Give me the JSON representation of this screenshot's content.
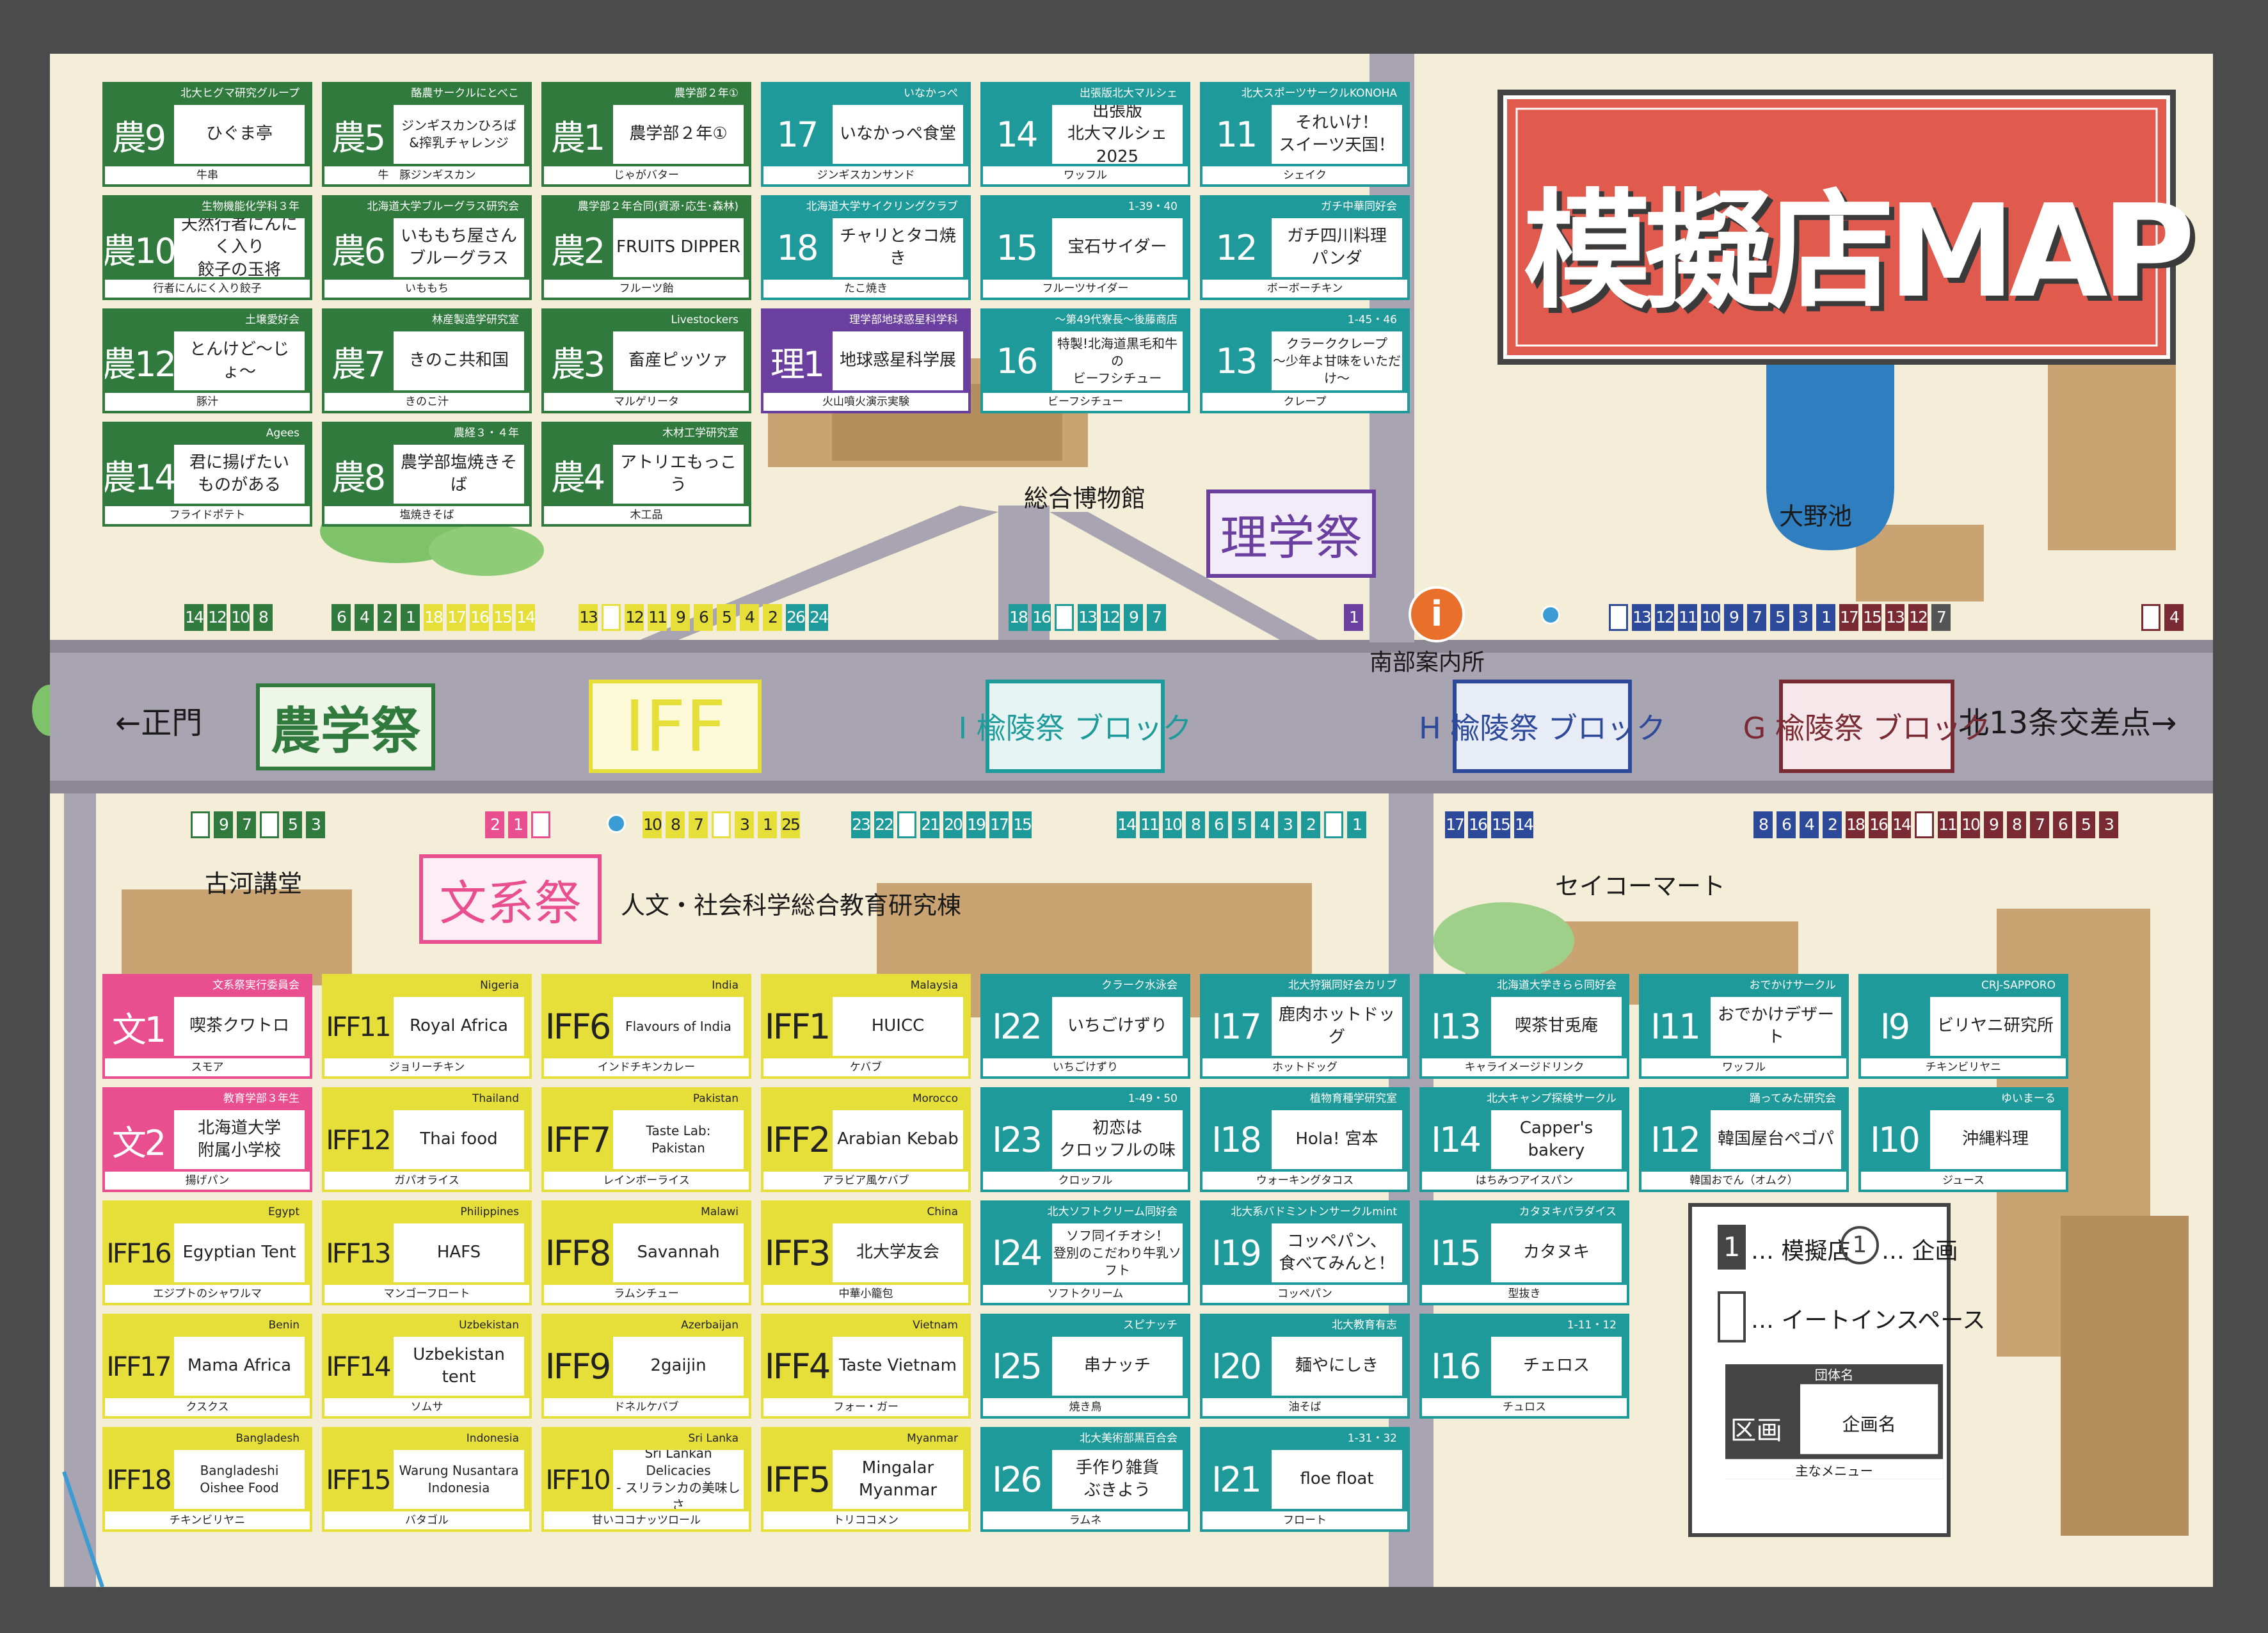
{
  "title": "模擬店MAP",
  "colors": {
    "nogaku": "#2f7a3c",
    "iff": "#e6df3a",
    "ryoryo": "#1f9a9a",
    "bunkei": "#e94f8f",
    "rigaku": "#6a3fa0",
    "hblock": "#2d4a9a",
    "gblock": "#7a2a33"
  },
  "labels": {
    "main_gate": "←正門",
    "north13": "北13条交差点→",
    "museum": "総合博物館",
    "pond": "大野池",
    "info": "南部案内所",
    "furukawa": "古河講堂",
    "humanities": "人文・社会科学総合教育研究棟",
    "seicomart": "セイコーマート"
  },
  "festivals": {
    "nogaku": "農学祭",
    "iff": "IFF",
    "iblock": "I 楡陵祭 ブロック",
    "hblock": "H 楡陵祭 ブロック",
    "gblock": "G 楡陵祭 ブロック",
    "rigaku": "理学祭",
    "bunkei": "文系祭"
  },
  "legend": {
    "stall_num": "1",
    "stall": "… 模擬店",
    "event_num": "1",
    "event": "… 企画",
    "eatin": "… イートインスペース",
    "org": "団体名",
    "section": "区画",
    "project": "企画名",
    "menu": "主なメニュー"
  },
  "stalls": [
    {
      "code": "農9",
      "org": "北大ヒグマ研究グループ",
      "name": "ひぐま亭",
      "menu": "牛串",
      "color": "nogaku"
    },
    {
      "code": "農5",
      "org": "酪農サークルにとべこ",
      "name": "ジンギスカンひろば\n&搾乳チャレンジ",
      "menu": "牛　豚ジンギスカン",
      "color": "nogaku"
    },
    {
      "code": "農1",
      "org": "農学部２年①",
      "name": "農学部２年①",
      "menu": "じゃがバター",
      "color": "nogaku"
    },
    {
      "code": "農10",
      "org": "生物機能化学科３年",
      "name": "天然行者にんにく入り\n餃子の玉将",
      "menu": "行者にんにく入り餃子",
      "color": "nogaku"
    },
    {
      "code": "農6",
      "org": "北海道大学ブルーグラス研究会",
      "name": "いももち屋さん\nブルーグラス",
      "menu": "いももち",
      "color": "nogaku"
    },
    {
      "code": "農2",
      "org": "農学部２年合同(資源･応生･森林)",
      "name": "FRUITS DIPPER",
      "menu": "フルーツ飴",
      "color": "nogaku"
    },
    {
      "code": "農12",
      "org": "土壌愛好会",
      "name": "とんけど〜じょ〜",
      "menu": "豚汁",
      "color": "nogaku"
    },
    {
      "code": "農7",
      "org": "林産製造学研究室",
      "name": "きのこ共和国",
      "menu": "きのこ汁",
      "color": "nogaku"
    },
    {
      "code": "農3",
      "org": "Livestockers",
      "name": "畜産ピッツァ",
      "menu": "マルゲリータ",
      "color": "nogaku"
    },
    {
      "code": "農14",
      "org": "Agees",
      "name": "君に揚げたい\nものがある",
      "menu": "フライドポテト",
      "color": "nogaku"
    },
    {
      "code": "農8",
      "org": "農経３・４年",
      "name": "農学部塩焼きそば",
      "menu": "塩焼きそば",
      "color": "nogaku"
    },
    {
      "code": "農4",
      "org": "木材工学研究室",
      "name": "アトリエもっこう",
      "menu": "木工品",
      "color": "nogaku"
    },
    {
      "code": "17",
      "org": "いなかっぺ",
      "name": "いなかっぺ食堂",
      "menu": "ジンギスカンサンド",
      "color": "ryoryo"
    },
    {
      "code": "14",
      "org": "出張版北大マルシェ",
      "name": "出張版\n北大マルシェ2025",
      "menu": "ワッフル",
      "color": "ryoryo"
    },
    {
      "code": "11",
      "org": "北大スポーツサークルKONOHA",
      "name": "それいけ！\nスイーツ天国！",
      "menu": "シェイク",
      "color": "ryoryo"
    },
    {
      "code": "18",
      "org": "北海道大学サイクリングクラブ",
      "name": "チャリとタコ焼き",
      "menu": "たこ焼き",
      "color": "ryoryo"
    },
    {
      "code": "15",
      "org": "1-39・40",
      "name": "宝石サイダー",
      "menu": "フルーツサイダー",
      "color": "ryoryo"
    },
    {
      "code": "12",
      "org": "ガチ中華同好会",
      "name": "ガチ四川料理\nパンダ",
      "menu": "ボーボーチキン",
      "color": "ryoryo"
    },
    {
      "code": "理1",
      "org": "理学部地球惑星科学科",
      "name": "地球惑星科学展",
      "menu": "火山噴火演示実験",
      "color": "rigaku"
    },
    {
      "code": "16",
      "org": "〜第49代寮長〜後藤商店",
      "name": "特製!北海道黒毛和牛の\nビーフシチュー",
      "menu": "ビーフシチュー",
      "color": "ryoryo"
    },
    {
      "code": "13",
      "org": "1-45・46",
      "name": "クラーククレープ\n〜少年よ甘味をいただけ〜",
      "menu": "クレープ",
      "color": "ryoryo"
    },
    {
      "code": "文1",
      "org": "文系祭実行委員会",
      "name": "喫茶クワトロ",
      "menu": "スモア",
      "color": "bunkei"
    },
    {
      "code": "IFF11",
      "org": "Nigeria",
      "name": "Royal Africa",
      "menu": "ジョリーチキン",
      "color": "iff"
    },
    {
      "code": "IFF6",
      "org": "India",
      "name": "Flavours of India",
      "menu": "インドチキンカレー",
      "color": "iff"
    },
    {
      "code": "IFF1",
      "org": "Malaysia",
      "name": "HUICC",
      "menu": "ケバブ",
      "color": "iff"
    },
    {
      "code": "I22",
      "org": "クラーク水泳会",
      "name": "いちごけずり",
      "menu": "いちごけずり",
      "color": "ryoryo"
    },
    {
      "code": "I17",
      "org": "北大狩猟同好会カリブ",
      "name": "鹿肉ホットドッグ",
      "menu": "ホットドッグ",
      "color": "ryoryo"
    },
    {
      "code": "I13",
      "org": "北海道大学きらら同好会",
      "name": "喫茶甘兎庵",
      "menu": "キャライメージドリンク",
      "color": "ryoryo"
    },
    {
      "code": "I11",
      "org": "おでかけサークル",
      "name": "おでかけデザート",
      "menu": "ワッフル",
      "color": "ryoryo"
    },
    {
      "code": "I9",
      "org": "CRJ-SAPPORO",
      "name": "ビリヤニ研究所",
      "menu": "チキンビリヤニ",
      "color": "ryoryo"
    },
    {
      "code": "文2",
      "org": "教育学部３年生",
      "name": "北海道大学\n附属小学校",
      "menu": "揚げパン",
      "color": "bunkei"
    },
    {
      "code": "IFF12",
      "org": "Thailand",
      "name": "Thai food",
      "menu": "ガパオライス",
      "color": "iff"
    },
    {
      "code": "IFF7",
      "org": "Pakistan",
      "name": "Taste Lab:\nPakistan",
      "menu": "レインボーライス",
      "color": "iff"
    },
    {
      "code": "IFF2",
      "org": "Morocco",
      "name": "Arabian Kebab",
      "menu": "アラビア風ケバブ",
      "color": "iff"
    },
    {
      "code": "I23",
      "org": "1-49・50",
      "name": "初恋は\nクロッフルの味",
      "menu": "クロッフル",
      "color": "ryoryo"
    },
    {
      "code": "I18",
      "org": "植物育種学研究室",
      "name": "Hola! 宮本",
      "menu": "ウォーキングタコス",
      "color": "ryoryo"
    },
    {
      "code": "I14",
      "org": "北大キャンプ探検サークル",
      "name": "Capper's bakery",
      "menu": "はちみつアイスパン",
      "color": "ryoryo"
    },
    {
      "code": "I12",
      "org": "踊ってみた研究会",
      "name": "韓国屋台ペゴパ",
      "menu": "韓国おでん（オムク）",
      "color": "ryoryo"
    },
    {
      "code": "I10",
      "org": "ゆいまーる",
      "name": "沖縄料理",
      "menu": "ジュース",
      "color": "ryoryo"
    },
    {
      "code": "IFF16",
      "org": "Egypt",
      "name": "Egyptian Tent",
      "menu": "エジプトのシャワルマ",
      "color": "iff"
    },
    {
      "code": "IFF13",
      "org": "Philippines",
      "name": "HAFS",
      "menu": "マンゴーフロート",
      "color": "iff"
    },
    {
      "code": "IFF8",
      "org": "Malawi",
      "name": "Savannah",
      "menu": "ラムシチュー",
      "color": "iff"
    },
    {
      "code": "IFF3",
      "org": "China",
      "name": "北大学友会",
      "menu": "中華小籠包",
      "color": "iff"
    },
    {
      "code": "I24",
      "org": "北大ソフトクリーム同好会",
      "name": "ソフ同イチオシ！\n登別のこだわり牛乳ソフト",
      "menu": "ソフトクリーム",
      "color": "ryoryo"
    },
    {
      "code": "I19",
      "org": "北大系バドミントンサークルmint",
      "name": "コッペパン、\n食べてみんと！",
      "menu": "コッペパン",
      "color": "ryoryo"
    },
    {
      "code": "I15",
      "org": "カタヌキパラダイス",
      "name": "カタヌキ",
      "menu": "型抜き",
      "color": "ryoryo"
    },
    {
      "code": "IFF17",
      "org": "Benin",
      "name": "Mama Africa",
      "menu": "クスクス",
      "color": "iff"
    },
    {
      "code": "IFF14",
      "org": "Uzbekistan",
      "name": "Uzbekistan tent",
      "menu": "ソムサ",
      "color": "iff"
    },
    {
      "code": "IFF9",
      "org": "Azerbaijan",
      "name": "2gaijin",
      "menu": "ドネルケバブ",
      "color": "iff"
    },
    {
      "code": "IFF4",
      "org": "Vietnam",
      "name": "Taste Vietnam",
      "menu": "フォー・ガー",
      "color": "iff"
    },
    {
      "code": "I25",
      "org": "スピナッチ",
      "name": "串ナッチ",
      "menu": "焼き鳥",
      "color": "ryoryo"
    },
    {
      "code": "I20",
      "org": "北大教育有志",
      "name": "麺やにしき",
      "menu": "油そば",
      "color": "ryoryo"
    },
    {
      "code": "I16",
      "org": "1-11・12",
      "name": "チェロス",
      "menu": "チュロス",
      "color": "ryoryo"
    },
    {
      "code": "IFF18",
      "org": "Bangladesh",
      "name": "Bangladeshi\nOishee Food",
      "menu": "チキンビリヤニ",
      "color": "iff"
    },
    {
      "code": "IFF15",
      "org": "Indonesia",
      "name": "Warung Nusantara\nIndonesia",
      "menu": "バタゴル",
      "color": "iff"
    },
    {
      "code": "IFF10",
      "org": "Sri Lanka",
      "name": "Sri Lankan Delicacies\n- スリランカの美味しさ",
      "menu": "甘いココナッツロール",
      "color": "iff"
    },
    {
      "code": "IFF5",
      "org": "Myanmar",
      "name": "Mingalar Myanmar",
      "menu": "トリココメン",
      "color": "iff"
    },
    {
      "code": "I26",
      "org": "北大美術部黒百合会",
      "name": "手作り雑貨\nぶきよう",
      "menu": "ラムネ",
      "color": "ryoryo"
    },
    {
      "code": "I21",
      "org": "1-31・32",
      "name": "floe float",
      "menu": "フロート",
      "color": "ryoryo"
    }
  ],
  "tile_rows": {
    "n_nogaku": [
      "14",
      "12",
      "10",
      "8"
    ],
    "n_nogaku2": [
      "6",
      "4",
      "2",
      "1",
      "18",
      "17",
      "16",
      "15",
      "14"
    ],
    "n_iff": [
      "13",
      "",
      "12",
      "11",
      "9",
      "6",
      "5",
      "4",
      "2",
      "26",
      "24"
    ],
    "n_i": [
      "18",
      "16",
      "",
      "13",
      "12",
      "9",
      "7"
    ],
    "n_rigaku": [
      "1"
    ],
    "n_h": [
      "",
      "13",
      "12",
      "11",
      "10",
      "9",
      "7",
      "5",
      "3",
      "1",
      "17",
      "15",
      "13",
      "12",
      "7"
    ],
    "n_g": [
      "",
      "4"
    ],
    "s_nogaku": [
      "",
      "9",
      "7",
      "",
      "5",
      "3"
    ],
    "s_bunkei": [
      "2",
      "1",
      ""
    ],
    "s_iff": [
      "10",
      "8",
      "7",
      "",
      "3",
      "1",
      "25"
    ],
    "s_iff2": [
      "23",
      "22",
      "",
      "21",
      "20",
      "19",
      "17",
      "15"
    ],
    "s_i": [
      "14",
      "11",
      "10",
      "8",
      "6",
      "5",
      "4",
      "3",
      "2",
      "",
      "1"
    ],
    "s_h": [
      "17",
      "16",
      "15",
      "14"
    ],
    "s_hg": [
      "8",
      "6",
      "4",
      "2",
      "18",
      "16",
      "14",
      "",
      "11",
      "10",
      "9",
      "8",
      "7",
      "6",
      "5",
      "3"
    ]
  }
}
